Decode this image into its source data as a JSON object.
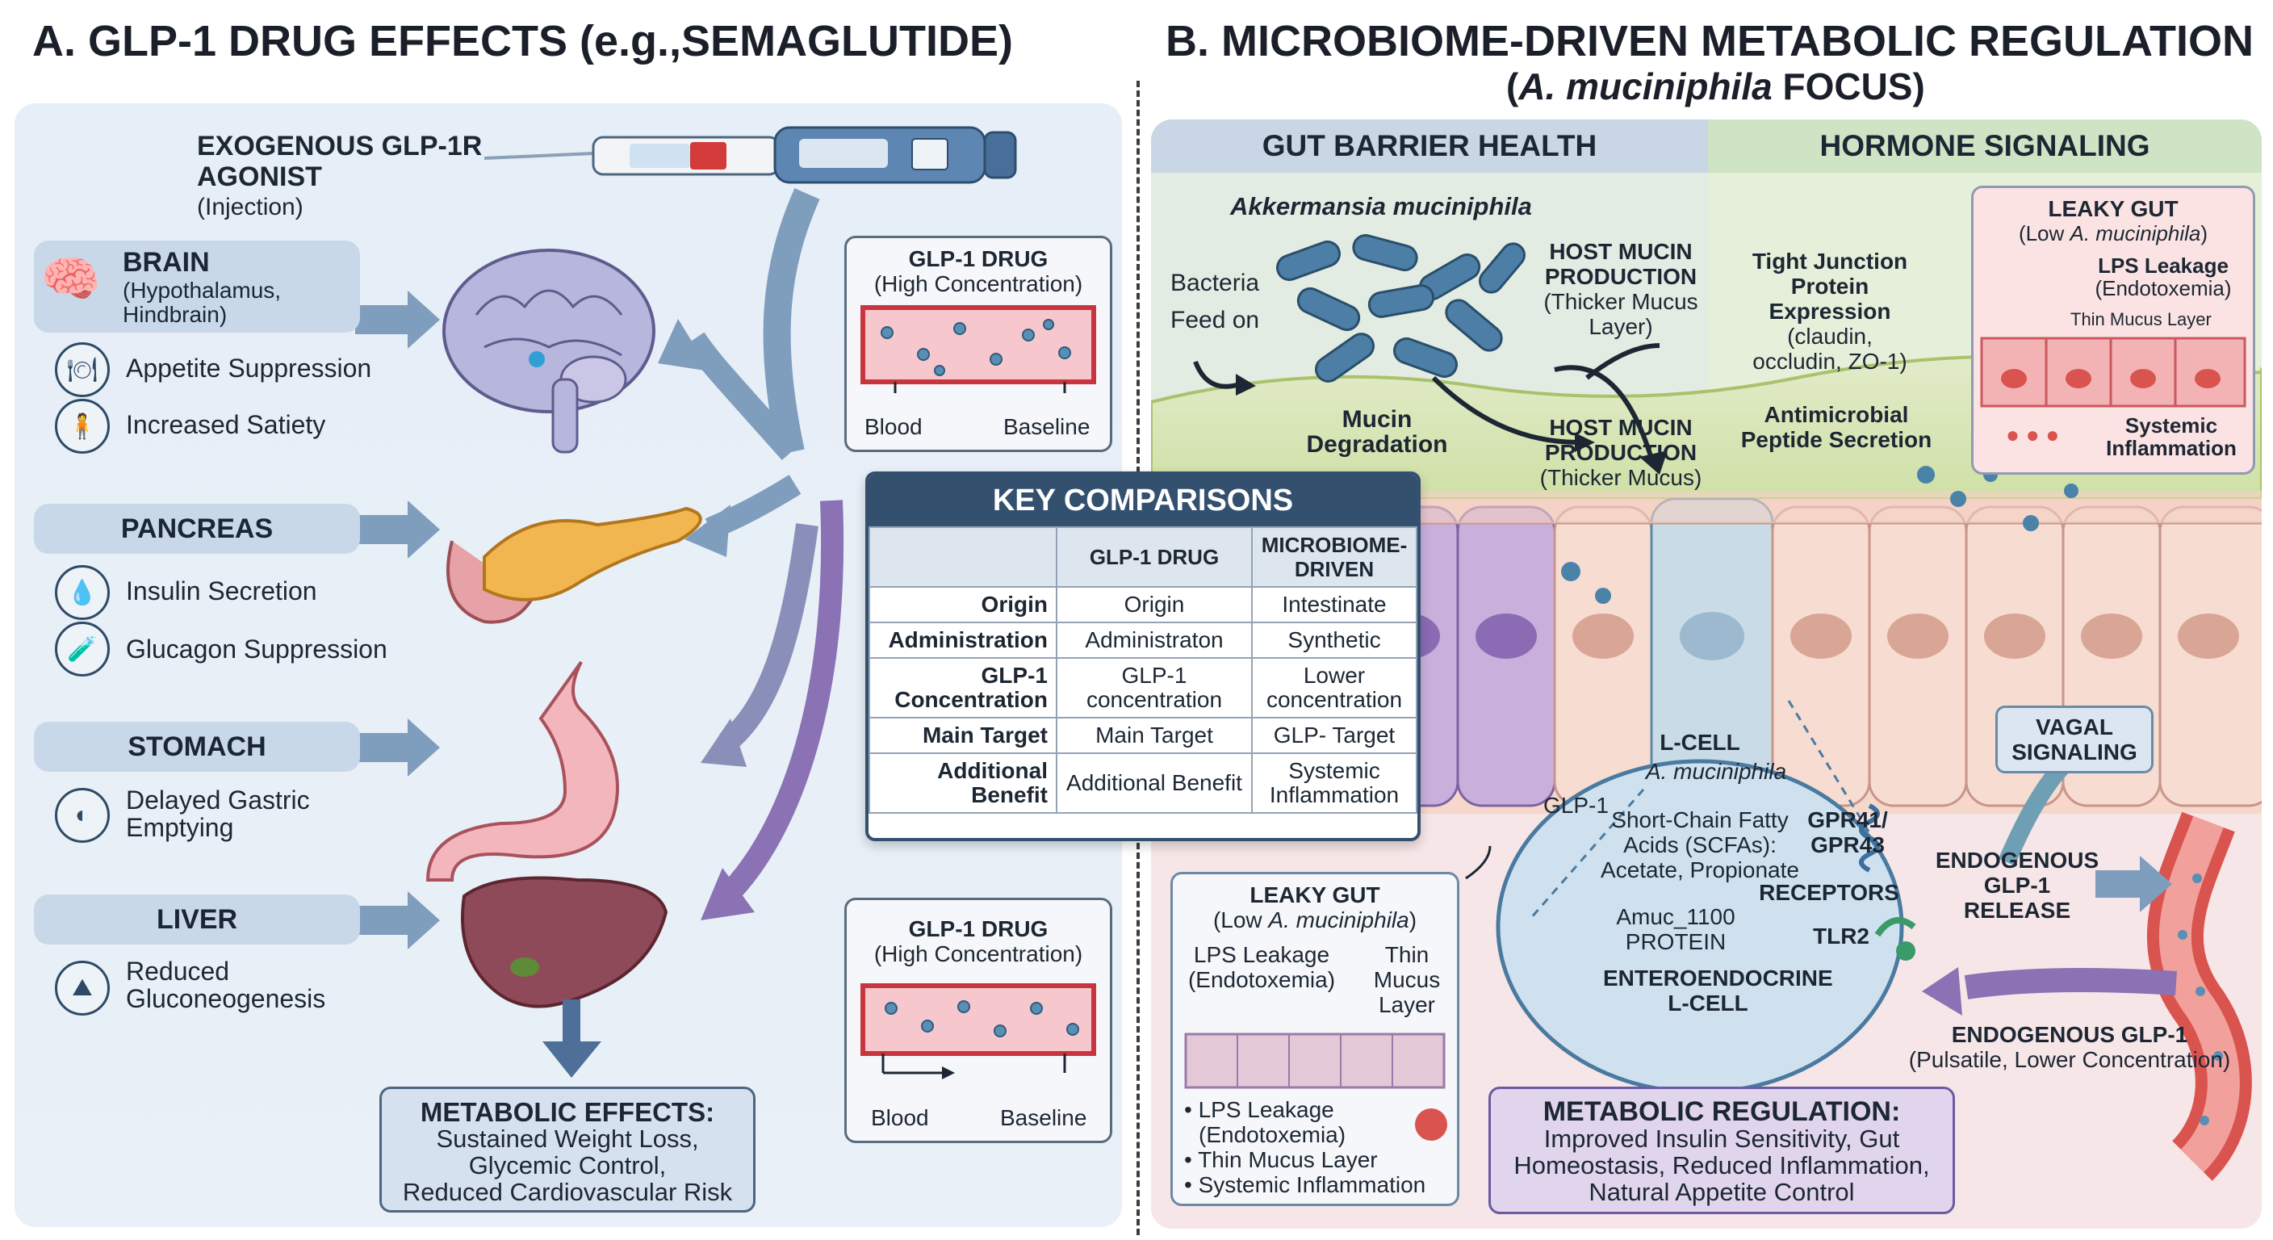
{
  "panel_a": {
    "title": "A. GLP-1 DRUG EFFECTS (e.g.,SEMAGLUTIDE)",
    "agonist": {
      "line1": "EXOGENOUS GLP-1R",
      "line2": "AGONIST",
      "line3": "(Injection)"
    },
    "brain": {
      "label": "BRAIN",
      "sub1": "(Hypothalamus,",
      "sub2": "Hindbrain)",
      "effect1": "Appetite Suppression",
      "effect2": "Increased Satiety"
    },
    "pancreas": {
      "label": "PANCREAS",
      "effect1": "Insulin Secretion",
      "effect2": "Glucagon Suppression"
    },
    "stomach": {
      "label": "STOMACH",
      "effect1a": "Delayed Gastric",
      "effect1b": "Emptying"
    },
    "liver": {
      "label": "LIVER",
      "effect1a": "Reduced",
      "effect1b": "Gluconeogenesis"
    },
    "drug_box_top": {
      "line1": "GLP-1 DRUG",
      "line2": "(High Concentration)",
      "left": "Blood",
      "right": "Baseline"
    },
    "drug_box_bottom": {
      "line1": "GLP-1 DRUG",
      "line2": "(High Concentration)",
      "left": "Blood",
      "right": "Baseline"
    },
    "metabolic": {
      "title": "METABOLIC EFFECTS:",
      "line1": "Sustained Weight Loss,",
      "line2": "Glycemic Control,",
      "line3": "Reduced Cardiovascular Risk"
    }
  },
  "comparison": {
    "title": "KEY COMPARISONS",
    "headers": [
      "",
      "GLP-1 DRUG",
      "MICROBIOME-DRIVEN"
    ],
    "rows": [
      [
        "Origin",
        "Origin",
        "Intestinate"
      ],
      [
        "Administration",
        "Administraton",
        "Synthetic"
      ],
      [
        "GLP-1 Concentration",
        "GLP-1 concentration",
        "Lower concentration"
      ],
      [
        "Main Target",
        "Main Target",
        "GLP- Target"
      ],
      [
        "Additional Benefit",
        "Additional Benefit",
        "Systemic Inflammation"
      ]
    ]
  },
  "panel_b": {
    "title1": "B. MICROBIOME-DRIVEN METABOLIC REGULATION",
    "title2_italic": "A. muciniphila",
    "title2_rest": "FOCUS)",
    "title2_open": "(",
    "band_left": "GUT BARRIER HEALTH",
    "band_right": "HORMONE SIGNALING",
    "akk": "Akkermansia muciniphila",
    "bacteria": "Bacteria",
    "feed_on": "Feed on",
    "host_mucin_top": {
      "l1": "HOST MUCIN",
      "l2": "PRODUCTION",
      "l3": "(Thicker Mucus",
      "l4": "Layer)"
    },
    "mucin_degradation": {
      "l1": "Mucin",
      "l2": "Degradation"
    },
    "host_mucin_mid": {
      "l1": "HOST MUCIN",
      "l2": "PRODUCTION",
      "l3": "(Thicker Mucus)"
    },
    "tight_junction": {
      "l1": "Tight Junction",
      "l2": "Protein Expression",
      "l3": "(claudin,",
      "l4": "occludin, ZO-1)"
    },
    "antimicrobial": {
      "l1": "Antimicrobial",
      "l2": "Peptide Secretion"
    },
    "leaky_top": {
      "title": "LEAKY GUT",
      "sub_open": "(Low ",
      "sub_italic": "A. muciniphila",
      "sub_close": ")",
      "lps1": "LPS Leakage",
      "lps2": "(Endotoxemia)",
      "thin": "Thin Mucus Layer",
      "sys1": "Systemic",
      "sys2": "Inflammation"
    },
    "lcell": {
      "title": "L-CELL",
      "species": "A. muciniphila",
      "scfa1": "Short-Chain Fatty",
      "scfa2": "Acids (SCFAs):",
      "scfa3": "Acetate, Propionate",
      "gpr1": "GPR41/",
      "gpr2": "GPR43",
      "receptors": "RECEPTORS",
      "amuc1": "Amuc_1100",
      "amuc2": "PROTEIN",
      "tlr2": "TLR2",
      "ent1": "ENTEROENDOCRINE",
      "ent2": "L-CELL"
    },
    "glp1_label": "GLP-1",
    "vagal": {
      "l1": "VAGAL",
      "l2": "SIGNALING"
    },
    "endogenous_release": {
      "l1": "ENDOGENOUS",
      "l2": "GLP-1",
      "l3": "RELEASE"
    },
    "endogenous_glp1": {
      "l1": "ENDOGENOUS GLP-1",
      "l2": "(Pulsatile, Lower Concentration)"
    },
    "leaky_bottom": {
      "title": "LEAKY GUT",
      "sub_open": "(Low ",
      "sub_italic": "A. muciniphila",
      "sub_close": ")",
      "lps1": "LPS Leakage",
      "lps2": "(Endotoxemia)",
      "thin1": "Thin",
      "thin2": "Mucus",
      "thin3": "Layer",
      "b1a": "• LPS Leakage",
      "b1b": "(Endotoxemia)",
      "b2": "• Thin Mucus Layer",
      "b3": "• Systemic Inflammation"
    },
    "metabolic_reg": {
      "title": "METABOLIC REGULATION:",
      "l1": "Improved Insulin Sensitivity, Gut",
      "l2": "Homeostasis, Reduced Inflammation,",
      "l3": "Natural Appetite Control"
    }
  },
  "colors": {
    "panel_a_bg": "#e6eef7",
    "panel_b_bg": "#f7e6e7",
    "arrow_blue": "#6f8fb3",
    "arrow_purple": "#8a72b5",
    "vessel_red": "#d9534f",
    "organ_label_bg": "#c9d8e8"
  }
}
